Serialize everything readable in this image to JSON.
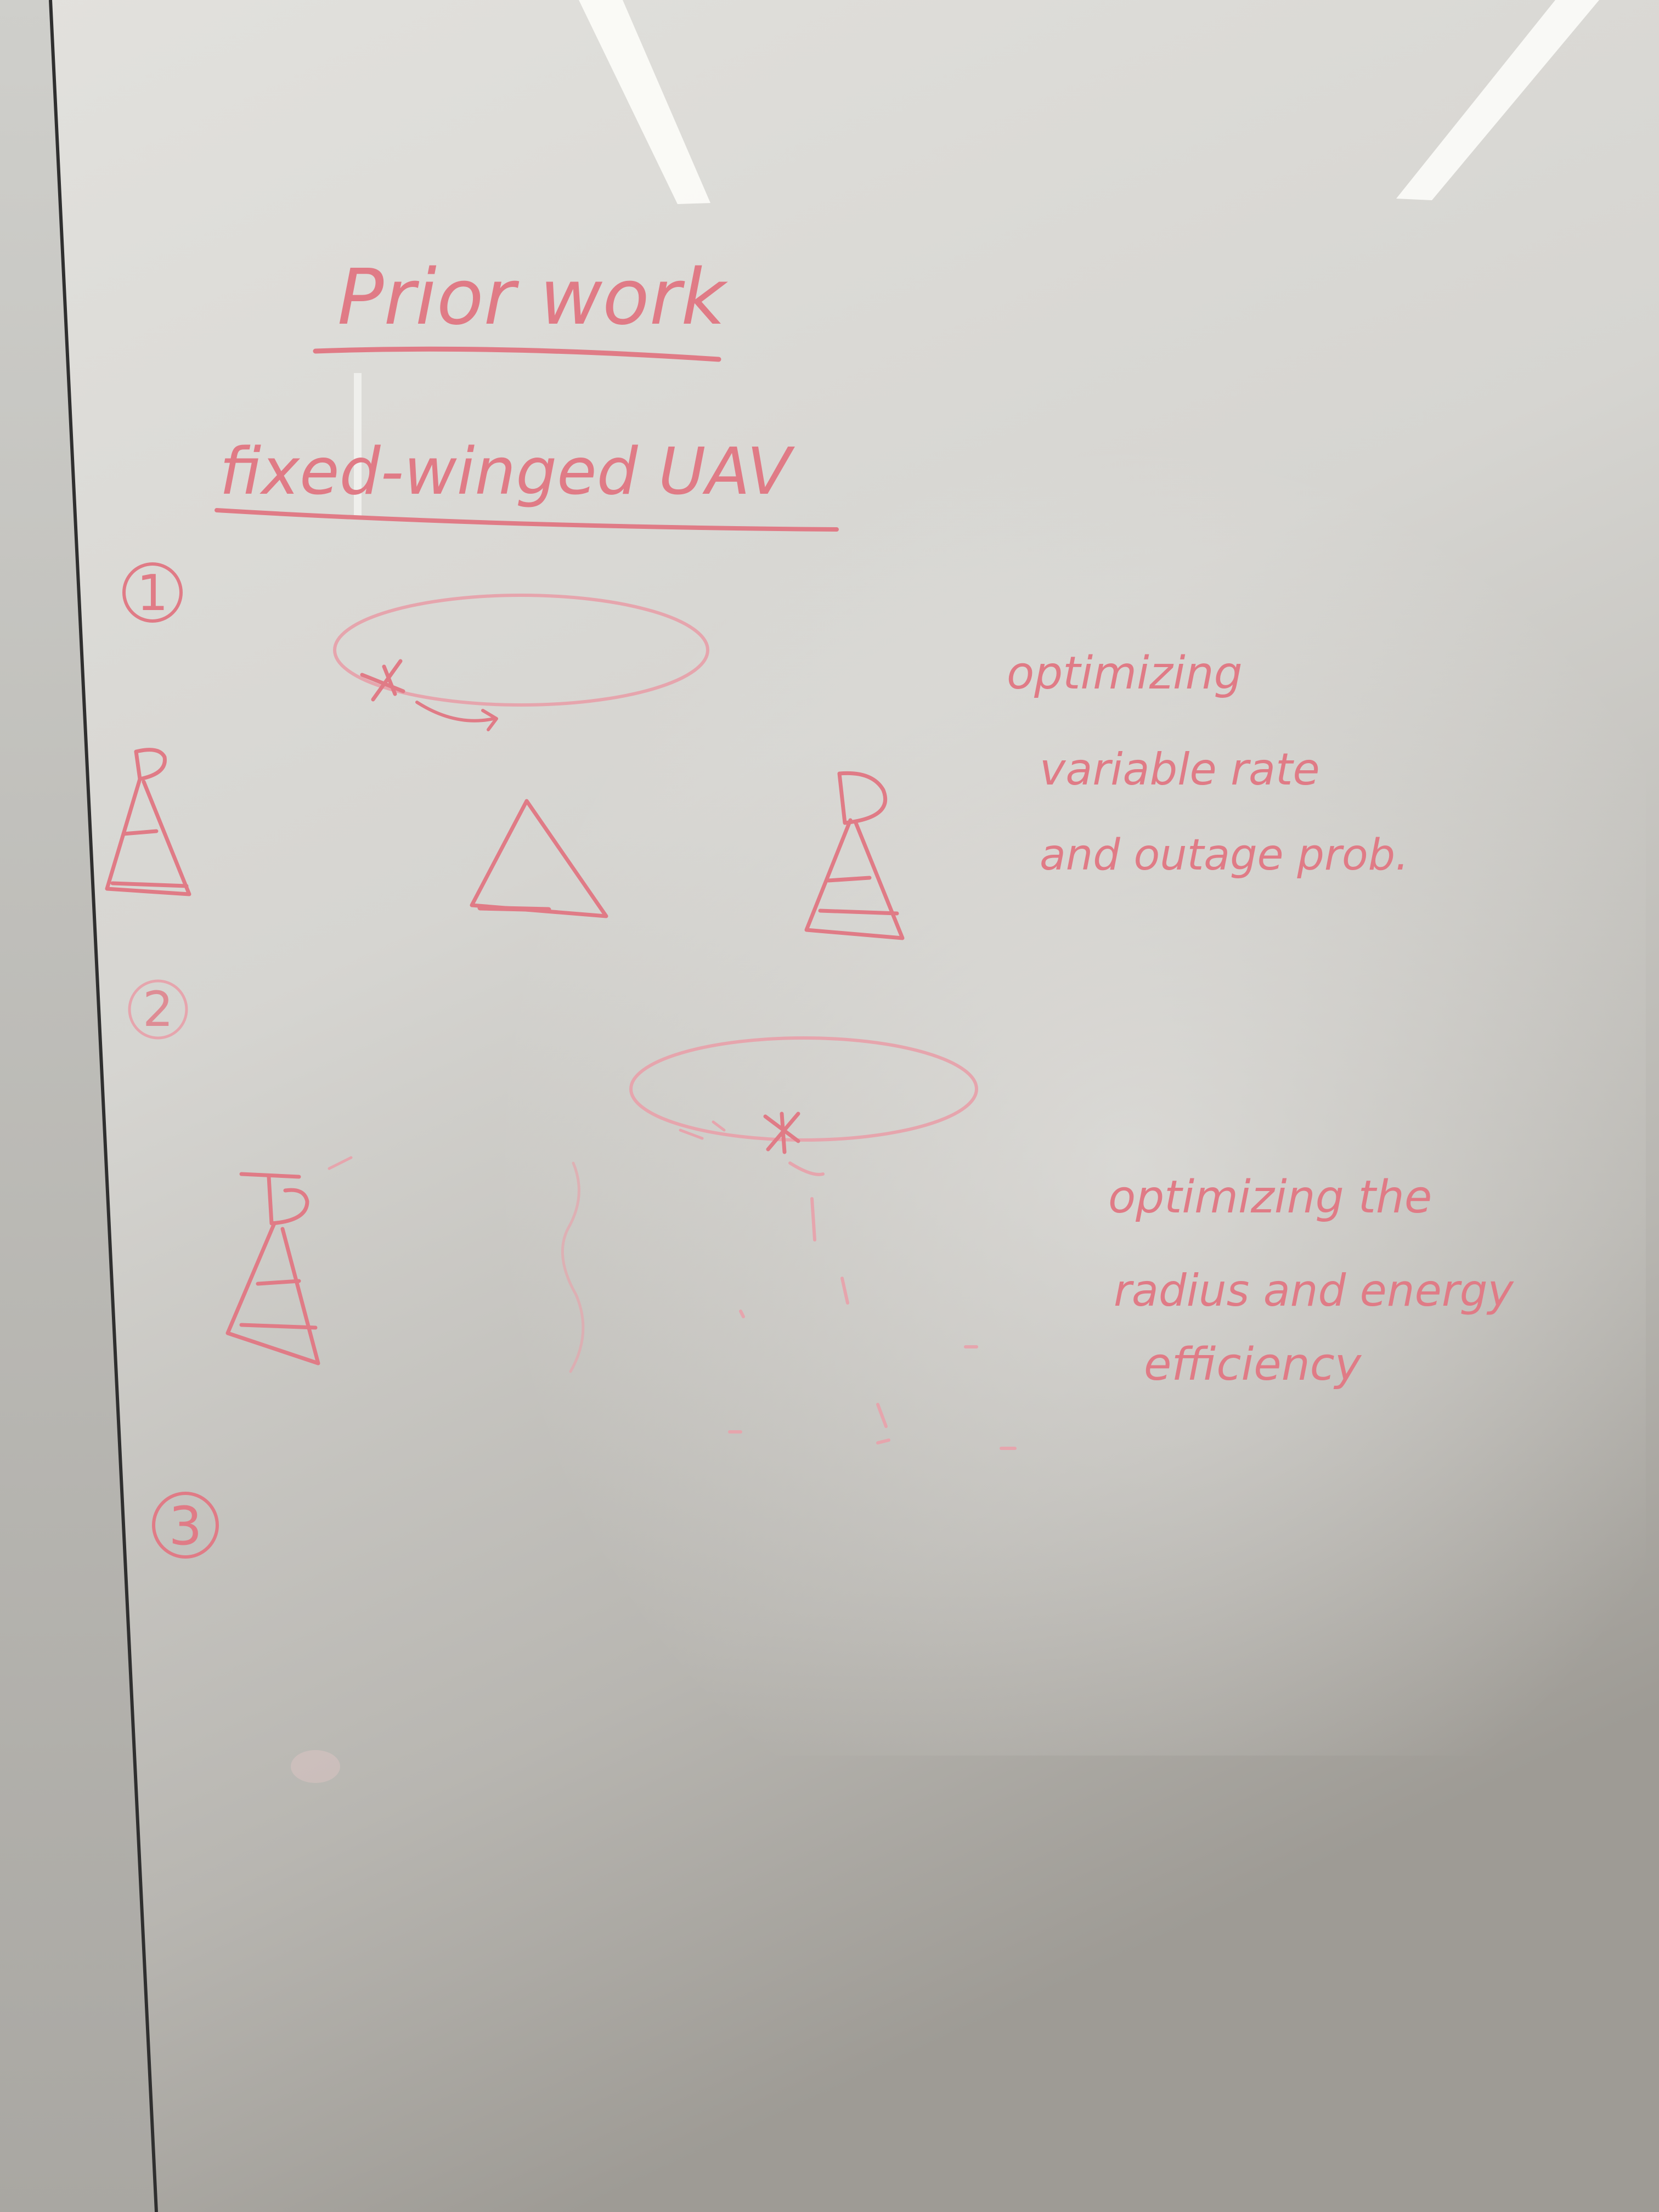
{
  "board": {
    "title": "Prior work",
    "subtitle": "fixed-winged UAV",
    "markers": [
      "1",
      "2",
      "3"
    ],
    "note_1": [
      "optimizing",
      "variable rate",
      "and outage prob."
    ],
    "note_2": [
      "optimizing the",
      "radius and energy",
      "efficiency"
    ]
  },
  "colors": {
    "marker_ink": "#e07b86",
    "board_light": "#dcdbd7",
    "board_shadow": "#9f9c96",
    "frame_edge": "#2b2b2b",
    "ceiling_light": "#fbfbf8"
  },
  "icons": [
    "uav-trajectory-ellipse",
    "ground-station-tower",
    "user-triangle"
  ]
}
